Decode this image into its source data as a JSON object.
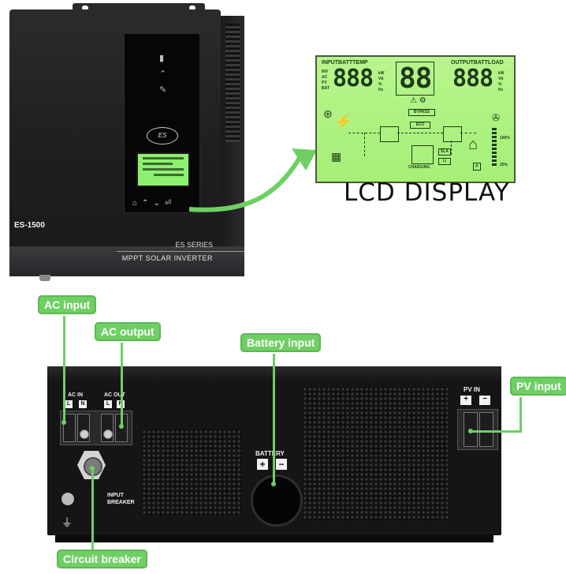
{
  "front": {
    "model": "ES-1500",
    "series": "ES SERIES",
    "product": "MPPT SOLAR INVERTER",
    "logo": "ES",
    "icons": [
      "battery-icon",
      "inverter-icon",
      "fault-icon"
    ],
    "buttons": [
      "home-icon",
      "up-icon",
      "down-icon",
      "enter-icon"
    ]
  },
  "lcd": {
    "title": "LCD DISPLAY",
    "label_left": "INPUTBATTTEMP",
    "label_right": "OUTPUTBATTLOAD",
    "digits_left": "888",
    "digits_center": "88",
    "digits_right": "888",
    "units_left": [
      "kW",
      "VA",
      "%",
      "Hz"
    ],
    "units_right": [
      "kW",
      "VA",
      "%",
      "Hz"
    ],
    "left_tags": [
      "INV",
      "AC",
      "PV",
      "BAT"
    ],
    "bypass": "BYPASS",
    "eco": "ECO",
    "charging": "CHARGING",
    "sla": "SLA",
    "li": "Li",
    "pct_100": "100%",
    "pct_25": "25%",
    "p": "P"
  },
  "callouts": {
    "ac_input": "AC input",
    "ac_output": "AC output",
    "battery_input": "Battery input",
    "pv_input": "PV input",
    "circuit_breaker": "Circuit breaker"
  },
  "back": {
    "ac_in_label": "AC  IN",
    "ac_out_label": "AC OUT",
    "l": "L",
    "n": "N",
    "battery_label": "BATTERY",
    "plus": "+",
    "minus": "−",
    "pv_label": "PV  IN",
    "breaker_label": "INPUT\nBREAKER",
    "ground": "⏚"
  },
  "colors": {
    "callout_green": "#6fcf64",
    "lcd_green": "#a5ef77",
    "body_black": "#151516"
  }
}
